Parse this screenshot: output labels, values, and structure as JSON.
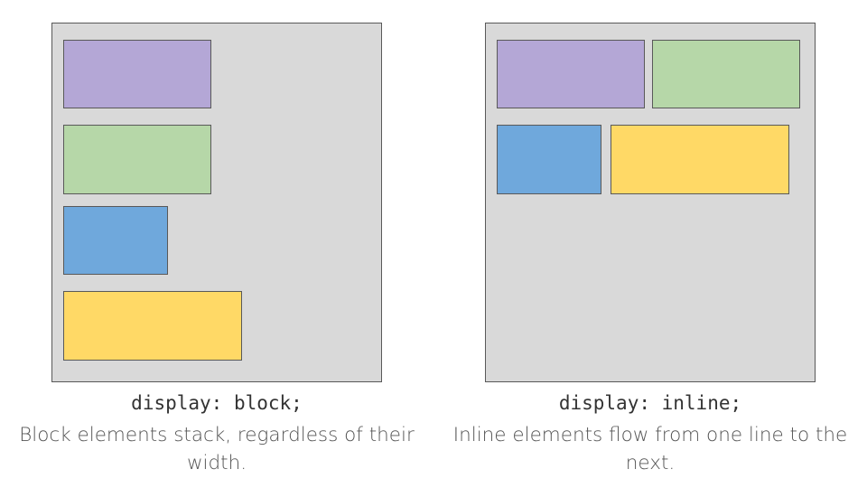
{
  "colors": {
    "purple": "#b4a7d6",
    "green": "#b6d7a8",
    "blue": "#6fa8dc",
    "yellow": "#ffd966",
    "panel": "#d9d9d9"
  },
  "block_example": {
    "code": "display: block;",
    "caption": "Block elements stack, regardless of their width."
  },
  "inline_example": {
    "code": "display: inline;",
    "caption": "Inline elements flow from one line to the next."
  }
}
